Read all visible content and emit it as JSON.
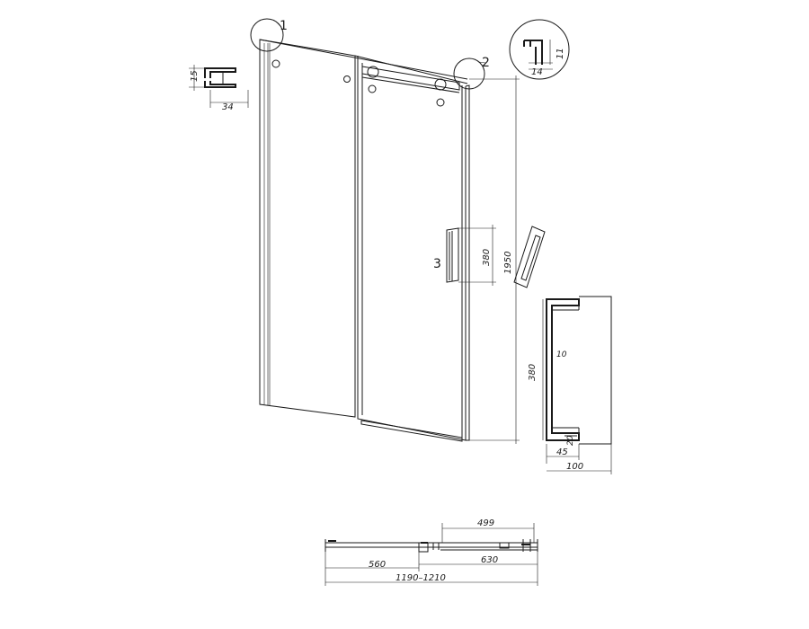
{
  "callouts": {
    "c1": "1",
    "c2": "2",
    "c3": "3"
  },
  "profile_left": {
    "height": "15",
    "width": "34"
  },
  "profile_right": {
    "height": "11",
    "width": "14"
  },
  "door": {
    "handle_length": "380",
    "height": "1950"
  },
  "handle_detail": {
    "length": "380",
    "gap": "10",
    "bracket": "20",
    "offset": "45",
    "total_width": "100"
  },
  "plan": {
    "top": "499",
    "left": "560",
    "right": "630",
    "total": "1190–1210"
  },
  "colors": {
    "line": "#1a1a1a",
    "gray": "#8a8a8a",
    "background": "#ffffff"
  }
}
